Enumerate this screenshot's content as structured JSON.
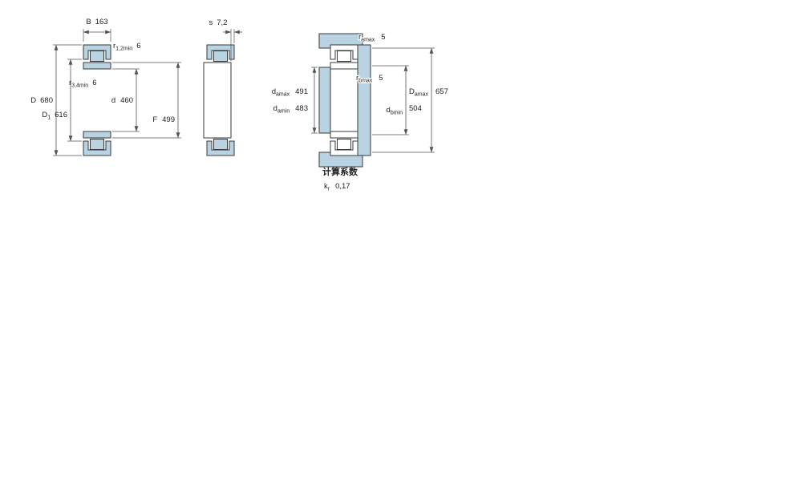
{
  "colors": {
    "part_fill": "#b9d3e2",
    "outline": "#3a3a3a",
    "dim_color": "#222222"
  },
  "views": {
    "left": {
      "description": "bearing-cross-section-dimensions",
      "dims": {
        "B": {
          "label": "B",
          "value": "163"
        },
        "r12": {
          "label": "r",
          "sub": "1,2min",
          "value": "6"
        },
        "r34": {
          "label": "r",
          "sub": "3,4min",
          "value": "6"
        },
        "D": {
          "label": "D",
          "value": "680"
        },
        "D1": {
          "label": "D",
          "sub": "1",
          "value": "616"
        },
        "d": {
          "label": "d",
          "value": "460"
        },
        "F": {
          "label": "F",
          "value": "499"
        }
      }
    },
    "middle": {
      "description": "axial-displacement-view",
      "dims": {
        "s": {
          "label": "s",
          "value": "7,2"
        }
      }
    },
    "right": {
      "description": "abutment-mounting-dimensions",
      "dims": {
        "ra": {
          "label": "r",
          "sub": "amax",
          "value": "5"
        },
        "rb": {
          "label": "r",
          "sub": "bmax",
          "value": "5"
        },
        "damax": {
          "label": "d",
          "sub": "amax",
          "value": "491"
        },
        "damin": {
          "label": "d",
          "sub": "amin",
          "value": "483"
        },
        "dbmin": {
          "label": "d",
          "sub": "bmin",
          "value": "504"
        },
        "Damax": {
          "label": "D",
          "sub": "amax",
          "value": "657"
        }
      }
    }
  },
  "calculation_factors": {
    "heading": "计算系数",
    "kr": {
      "label": "k",
      "sub": "r",
      "value": "0,17"
    }
  }
}
